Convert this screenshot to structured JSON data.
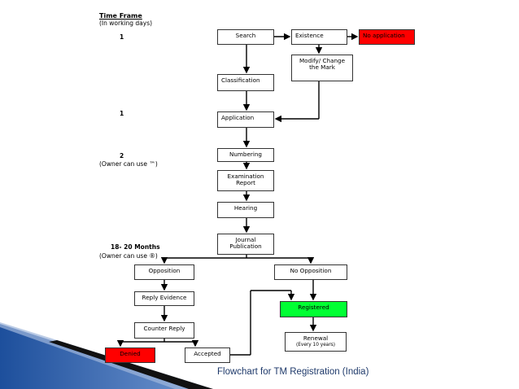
{
  "time_frame": {
    "heading": "Time Frame",
    "subheading": "(In working days)",
    "row1": "1",
    "row2": "1",
    "row3": "2",
    "row3_note": "(Owner can use ™)",
    "row4": "18- 20 Months",
    "row4_note": "(Owner can use ®)"
  },
  "nodes": {
    "search": "Search",
    "existence": "Existence",
    "no_application": "No application",
    "modify_line1": "Modify/ Change",
    "modify_line2": "the Mark",
    "classification": "Classification",
    "application": "Application",
    "numbering": "Numbering",
    "exam_line1": "Examination",
    "exam_line2": "Report",
    "hearing": "Hearing",
    "journal_line1": "Journal",
    "journal_line2": "Publication",
    "opposition": "Opposition",
    "no_opposition": "No Opposition",
    "reply_evidence": "Reply Evidence",
    "registered": "Registered",
    "counter_reply": "Counter Reply",
    "renewal": "Renewal",
    "renewal_note": "(Every 10 years)",
    "denied": "Denied",
    "accepted": "Accepted"
  },
  "caption": "Flowchart for TM Registration (India)",
  "colors": {
    "denied_fill": "#ff0000",
    "no_application_fill": "#ff0000",
    "registered_fill": "#00ff33",
    "decor_blue": "#2f5fa8",
    "decor_dark": "#111111",
    "caption_text": "#1f3a6b"
  }
}
